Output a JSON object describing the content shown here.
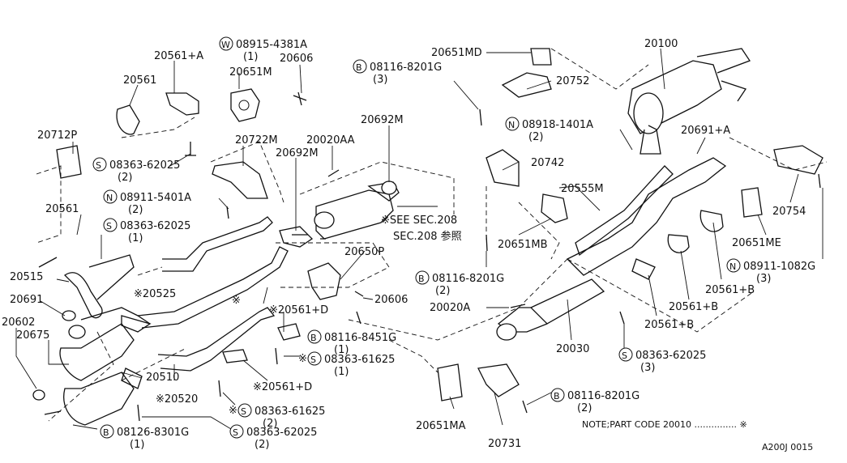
{
  "labels": {
    "l20561a": "20561+A",
    "l08915": "08915-4381A",
    "l08915q": "(1)",
    "l20606a": "20606",
    "l20651m": "20651M",
    "l20561": "20561",
    "l20712p": "20712P",
    "l08363a": "08363-62025",
    "l08363aq": "(2)",
    "l08911a": "08911-5401A",
    "l08911aq": "(2)",
    "l20561b": "20561",
    "l08363b": "08363-62025",
    "l08363bq": "(1)",
    "l20515": "20515",
    "l20691": "20691",
    "l20602": "20602",
    "l20675": "20675",
    "l20510": "20510",
    "l08126": "08126-8301G",
    "l08126q": "(1)",
    "l08363c": "08363-62025",
    "l08363cq": "(2)",
    "l20722m": "20722M",
    "l20692m": "20692M",
    "l20020aa": "20020AA",
    "l20692m2": "20692M",
    "l20525": "※20525",
    "l20520": "※20520",
    "l20650p": "20650P",
    "l20606b": "20606",
    "l20561d": "※20561+D",
    "l08116b": "08116-8451G",
    "l08116bq": "(1)",
    "l08363d": "08363-61625",
    "l08363dq": "(1)",
    "l20561d2": "※20561+D",
    "l08363e": "08363-61625",
    "l08363eq": "(2)",
    "seesec": "※SEE SEC.208",
    "sec208": "SEC.208 参照",
    "l20651md": "20651MD",
    "l08116a": "08116-8201G",
    "l08116aq": "(3)",
    "l20752": "20752",
    "l20100": "20100",
    "l08918": "08918-1401A",
    "l08918q": "(2)",
    "l20691a": "20691+A",
    "l20742": "20742",
    "l20555m": "20555M",
    "l20651mb": "20651MB",
    "l08116c": "08116-8201G",
    "l08116cq": "(2)",
    "l20020a": "20020A",
    "l20030": "20030",
    "l20754": "20754",
    "l20651me": "20651ME",
    "l08911b": "08911-1082G",
    "l08911bq": "(3)",
    "l20561b1": "20561+B",
    "l20561b2": "20561+B",
    "l20561b3": "20561+B",
    "l08363f": "08363-62025",
    "l08363fq": "(3)",
    "l08116d": "08116-8201G",
    "l08116dq": "(2)",
    "l20651ma": "20651MA",
    "l20731": "20731",
    "note": "NOTE;PART CODE 20010 ............... ※",
    "code": "A200J 0015"
  },
  "prefix": {
    "W": "W",
    "S": "S",
    "N": "N",
    "B": "B"
  }
}
